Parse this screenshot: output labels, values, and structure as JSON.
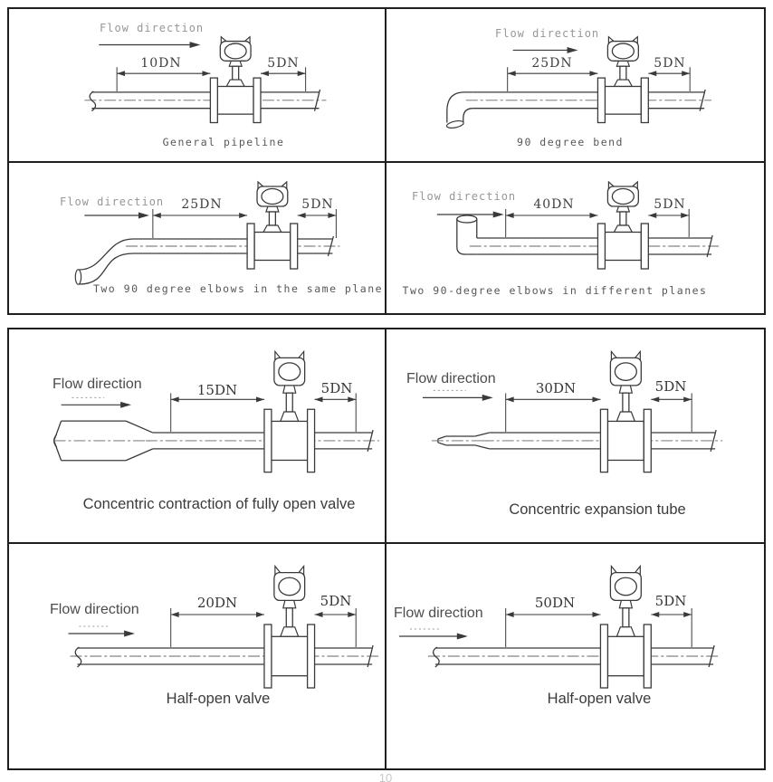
{
  "page": {
    "background": "#ffffff",
    "border_color": "#1e1e1e",
    "line_color": "#3a3a3a",
    "muted_label_color": "#979797",
    "footer_mark": "10"
  },
  "panels": [
    {
      "id": "general-pipeline",
      "flow_label": "Flow direction",
      "upstream_dim": "10DN",
      "downstream_dim": "5DN",
      "caption": "General pipeline",
      "feature": "straight pipe"
    },
    {
      "id": "90-degree-bend",
      "flow_label": "Flow direction",
      "upstream_dim": "25DN",
      "downstream_dim": "5DN",
      "caption": "90 degree bend",
      "feature": "90 degree bend upstream"
    },
    {
      "id": "two-elbows-same-plane",
      "flow_label": "Flow direction",
      "upstream_dim": "25DN",
      "downstream_dim": "5DN",
      "caption": "Two 90 degree elbows in the same plane",
      "feature": "s-bend upstream"
    },
    {
      "id": "two-elbows-different-planes",
      "flow_label": "Flow direction",
      "upstream_dim": "40DN",
      "downstream_dim": "5DN",
      "caption": "Two 90-degree elbows in different planes",
      "feature": "out-of-plane elbow upstream"
    },
    {
      "id": "concentric-contraction",
      "flow_label": "Flow direction",
      "upstream_dim": "15DN",
      "downstream_dim": "5DN",
      "caption": "Concentric contraction of fully open valve",
      "feature": "concentric reducer upstream"
    },
    {
      "id": "concentric-expansion",
      "flow_label": "Flow direction",
      "upstream_dim": "30DN",
      "downstream_dim": "5DN",
      "caption": "Concentric expansion tube",
      "feature": "concentric expander upstream"
    },
    {
      "id": "half-open-valve-20dn",
      "flow_label": "Flow direction",
      "upstream_dim": "20DN",
      "downstream_dim": "5DN",
      "caption": "Half-open valve",
      "feature": "half-open valve upstream"
    },
    {
      "id": "half-open-valve-50dn",
      "flow_label": "Flow direction",
      "upstream_dim": "50DN",
      "downstream_dim": "5DN",
      "caption": "Half-open valve",
      "feature": "half-open valve upstream"
    }
  ]
}
